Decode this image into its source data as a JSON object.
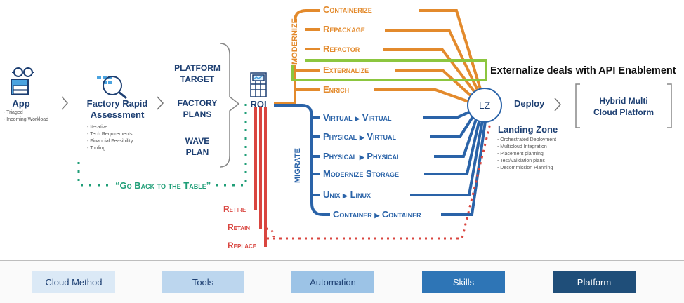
{
  "app": {
    "label": "App",
    "notes": [
      "- Triaged",
      "- Incoming Workload"
    ]
  },
  "assessment": {
    "label_line1": "Factory Rapid",
    "label_line2": "Assessment",
    "notes": [
      "- Iterative",
      "- Tech Requirements",
      "- Financial Feasibility",
      "- Tooling"
    ]
  },
  "plans": {
    "platform_target": [
      "PLATFORM",
      "TARGET"
    ],
    "factory_plans": [
      "FACTORY",
      "PLANS"
    ],
    "wave_plan": [
      "WAVE",
      "PLAN"
    ]
  },
  "roi": {
    "label": "ROI"
  },
  "go_back": "“Go Back to the Table”",
  "modernize": {
    "group_label": "MODERNIZE",
    "items": [
      "Containerize",
      "Repackage",
      "Refactor",
      "Externalize",
      "Enrich"
    ]
  },
  "migrate": {
    "group_label": "MIGRATE",
    "items": [
      {
        "from": "Virtual",
        "to": "Virtual"
      },
      {
        "from": "Physical",
        "to": "Virtual"
      },
      {
        "from": "Physical",
        "to": "Physical"
      },
      {
        "label": "Modernize Storage"
      },
      {
        "from": "Unix",
        "to": "Linux"
      },
      {
        "from": "Container",
        "to": "Container"
      }
    ]
  },
  "retire_items": [
    "Retire",
    "Retain",
    "Replace"
  ],
  "lz": {
    "label": "LZ",
    "title": "Landing Zone",
    "notes": [
      "- Orchestrated Deployment",
      "- Multicloud Integration",
      "- Placement planning",
      "- Test/Validation plans",
      "- Decommission Planning"
    ]
  },
  "deploy": {
    "label": "Deploy"
  },
  "hybrid": {
    "line1": "Hybrid Multi",
    "line2": "Cloud Platform"
  },
  "callout": "Externalize deals with API Enablement",
  "legend": [
    "Cloud Method",
    "Tools",
    "Automation",
    "Skills",
    "Platform"
  ],
  "colors": {
    "orange": "#e38a2c",
    "blue": "#2a63a8",
    "red": "#d9453f",
    "green": "#8cc63f",
    "teal": "#1f9e77",
    "navy": "#1d3f72"
  }
}
